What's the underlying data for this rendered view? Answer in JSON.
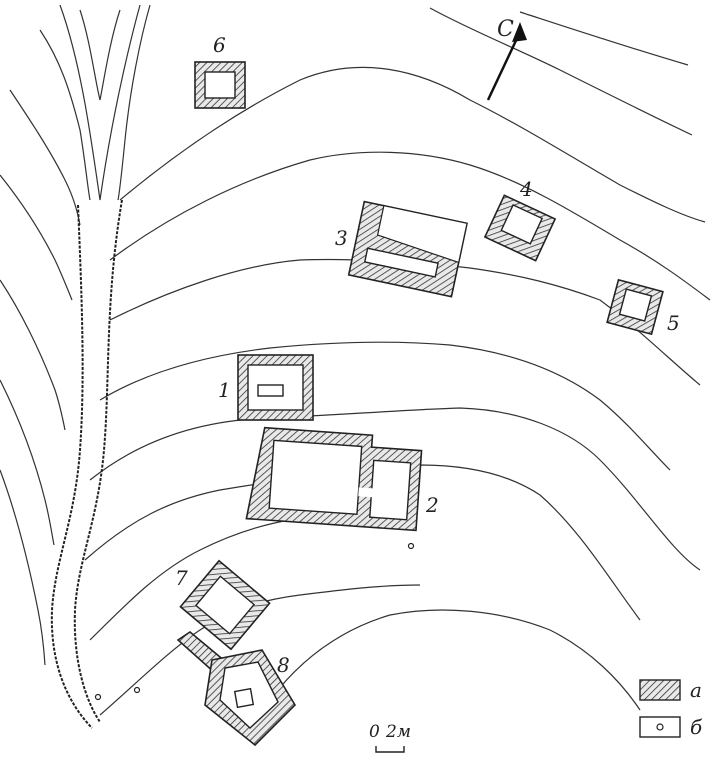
{
  "north_label": "С",
  "buildings": [
    {
      "label": "1"
    },
    {
      "label": "2"
    },
    {
      "label": "3"
    },
    {
      "label": "4"
    },
    {
      "label": "5"
    },
    {
      "label": "6"
    },
    {
      "label": "7"
    },
    {
      "label": "8"
    }
  ],
  "legend": [
    {
      "label": "а"
    },
    {
      "label": "б"
    }
  ],
  "scale": {
    "zero": "0",
    "length": "2м"
  }
}
